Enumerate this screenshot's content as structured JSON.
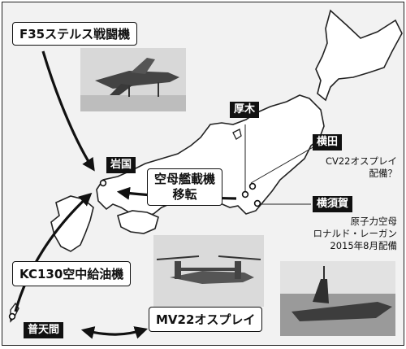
{
  "labels": {
    "f35": "F35ステルス戦闘機",
    "carrier_wing": [
      "空母艦載機",
      "移転"
    ],
    "kc130": "KC130空中給油機",
    "mv22": "MV22オスプレイ"
  },
  "places": {
    "iwakuni": "岩国",
    "atsugi": "厚木",
    "yokota": "横田",
    "yokosuka": "横須賀",
    "futenma": "普天間"
  },
  "notes": {
    "yokota": [
      "CV22オスプレイ",
      "配備？"
    ],
    "yokosuka": [
      "原子力空母",
      "ロナルド・レーガン",
      "2015年8月配備"
    ]
  },
  "photos": [
    "f35-jet-photo",
    "mv22-osprey-photo",
    "aircraft-carrier-photo"
  ],
  "colors": {
    "land": "#ffffff",
    "sea": "#f2f2f2",
    "ink": "#111111"
  }
}
